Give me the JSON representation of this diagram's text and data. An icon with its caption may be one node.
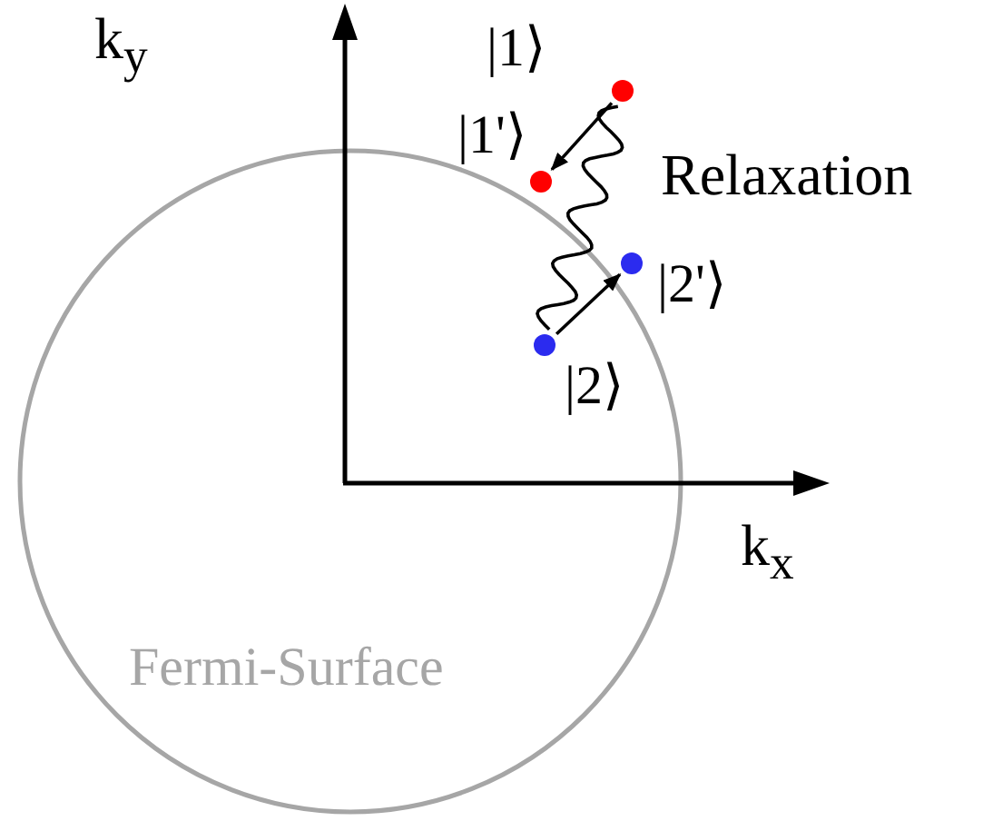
{
  "diagram": {
    "nodes": [
      {
        "text": [],
        "shape": "circle",
        "beside": [
          "|1⟩"
        ]
      },
      {
        "text": [],
        "shape": "circle",
        "beside": [
          "|1'⟩"
        ]
      },
      {
        "text": [],
        "shape": "circle",
        "beside": [
          "|2⟩"
        ]
      },
      {
        "text": [],
        "shape": "circle",
        "beside": [
          "|2'⟩"
        ]
      }
    ],
    "edges": [
      {
        "from": 0,
        "to": 1,
        "arrow": "to"
      },
      {
        "from": 2,
        "to": 3,
        "arrow": "to"
      },
      {
        "from": 0,
        "to": 2,
        "arrow": "none"
      }
    ],
    "labels": [
      "k$_{y}$",
      "k$_{x}$",
      "Relaxation",
      "Fermi-Surface"
    ]
  }
}
